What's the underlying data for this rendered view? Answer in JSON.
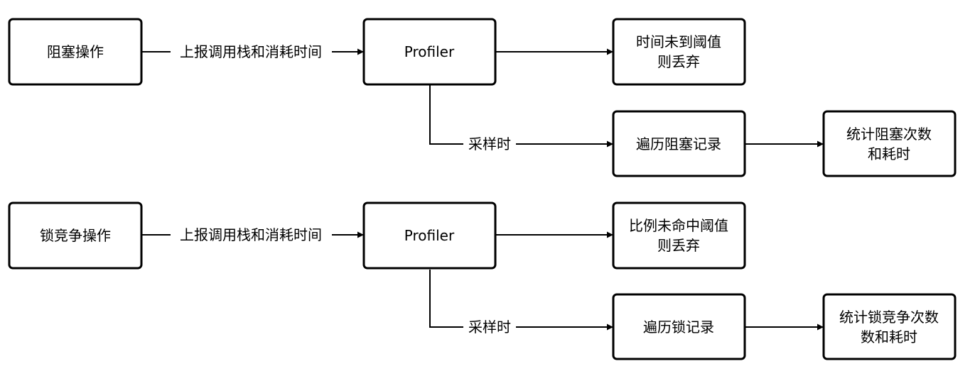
{
  "diagram": {
    "nodes": {
      "block_op": {
        "lines": [
          "阻塞操作"
        ]
      },
      "profiler_1": {
        "lines": [
          "Profiler"
        ]
      },
      "discard_time": {
        "lines": [
          "时间未到阈值",
          "则丢弃"
        ]
      },
      "traverse_block": {
        "lines": [
          "遍历阻塞记录"
        ]
      },
      "stat_block": {
        "lines": [
          "统计阻塞次数",
          "和耗时"
        ]
      },
      "lock_op": {
        "lines": [
          "锁竞争操作"
        ]
      },
      "profiler_2": {
        "lines": [
          "Profiler"
        ]
      },
      "discard_ratio": {
        "lines": [
          "比例未命中阈值",
          "则丢弃"
        ]
      },
      "traverse_lock": {
        "lines": [
          "遍历锁记录"
        ]
      },
      "stat_lock": {
        "lines": [
          "统计锁竞争次数",
          "数和耗时"
        ]
      }
    },
    "edges": {
      "report_1": {
        "label": "上报调用栈和消耗时间"
      },
      "sample_1": {
        "label": "采样时"
      },
      "report_2": {
        "label": "上报调用栈和消耗时间"
      },
      "sample_2": {
        "label": "采样时"
      }
    }
  }
}
